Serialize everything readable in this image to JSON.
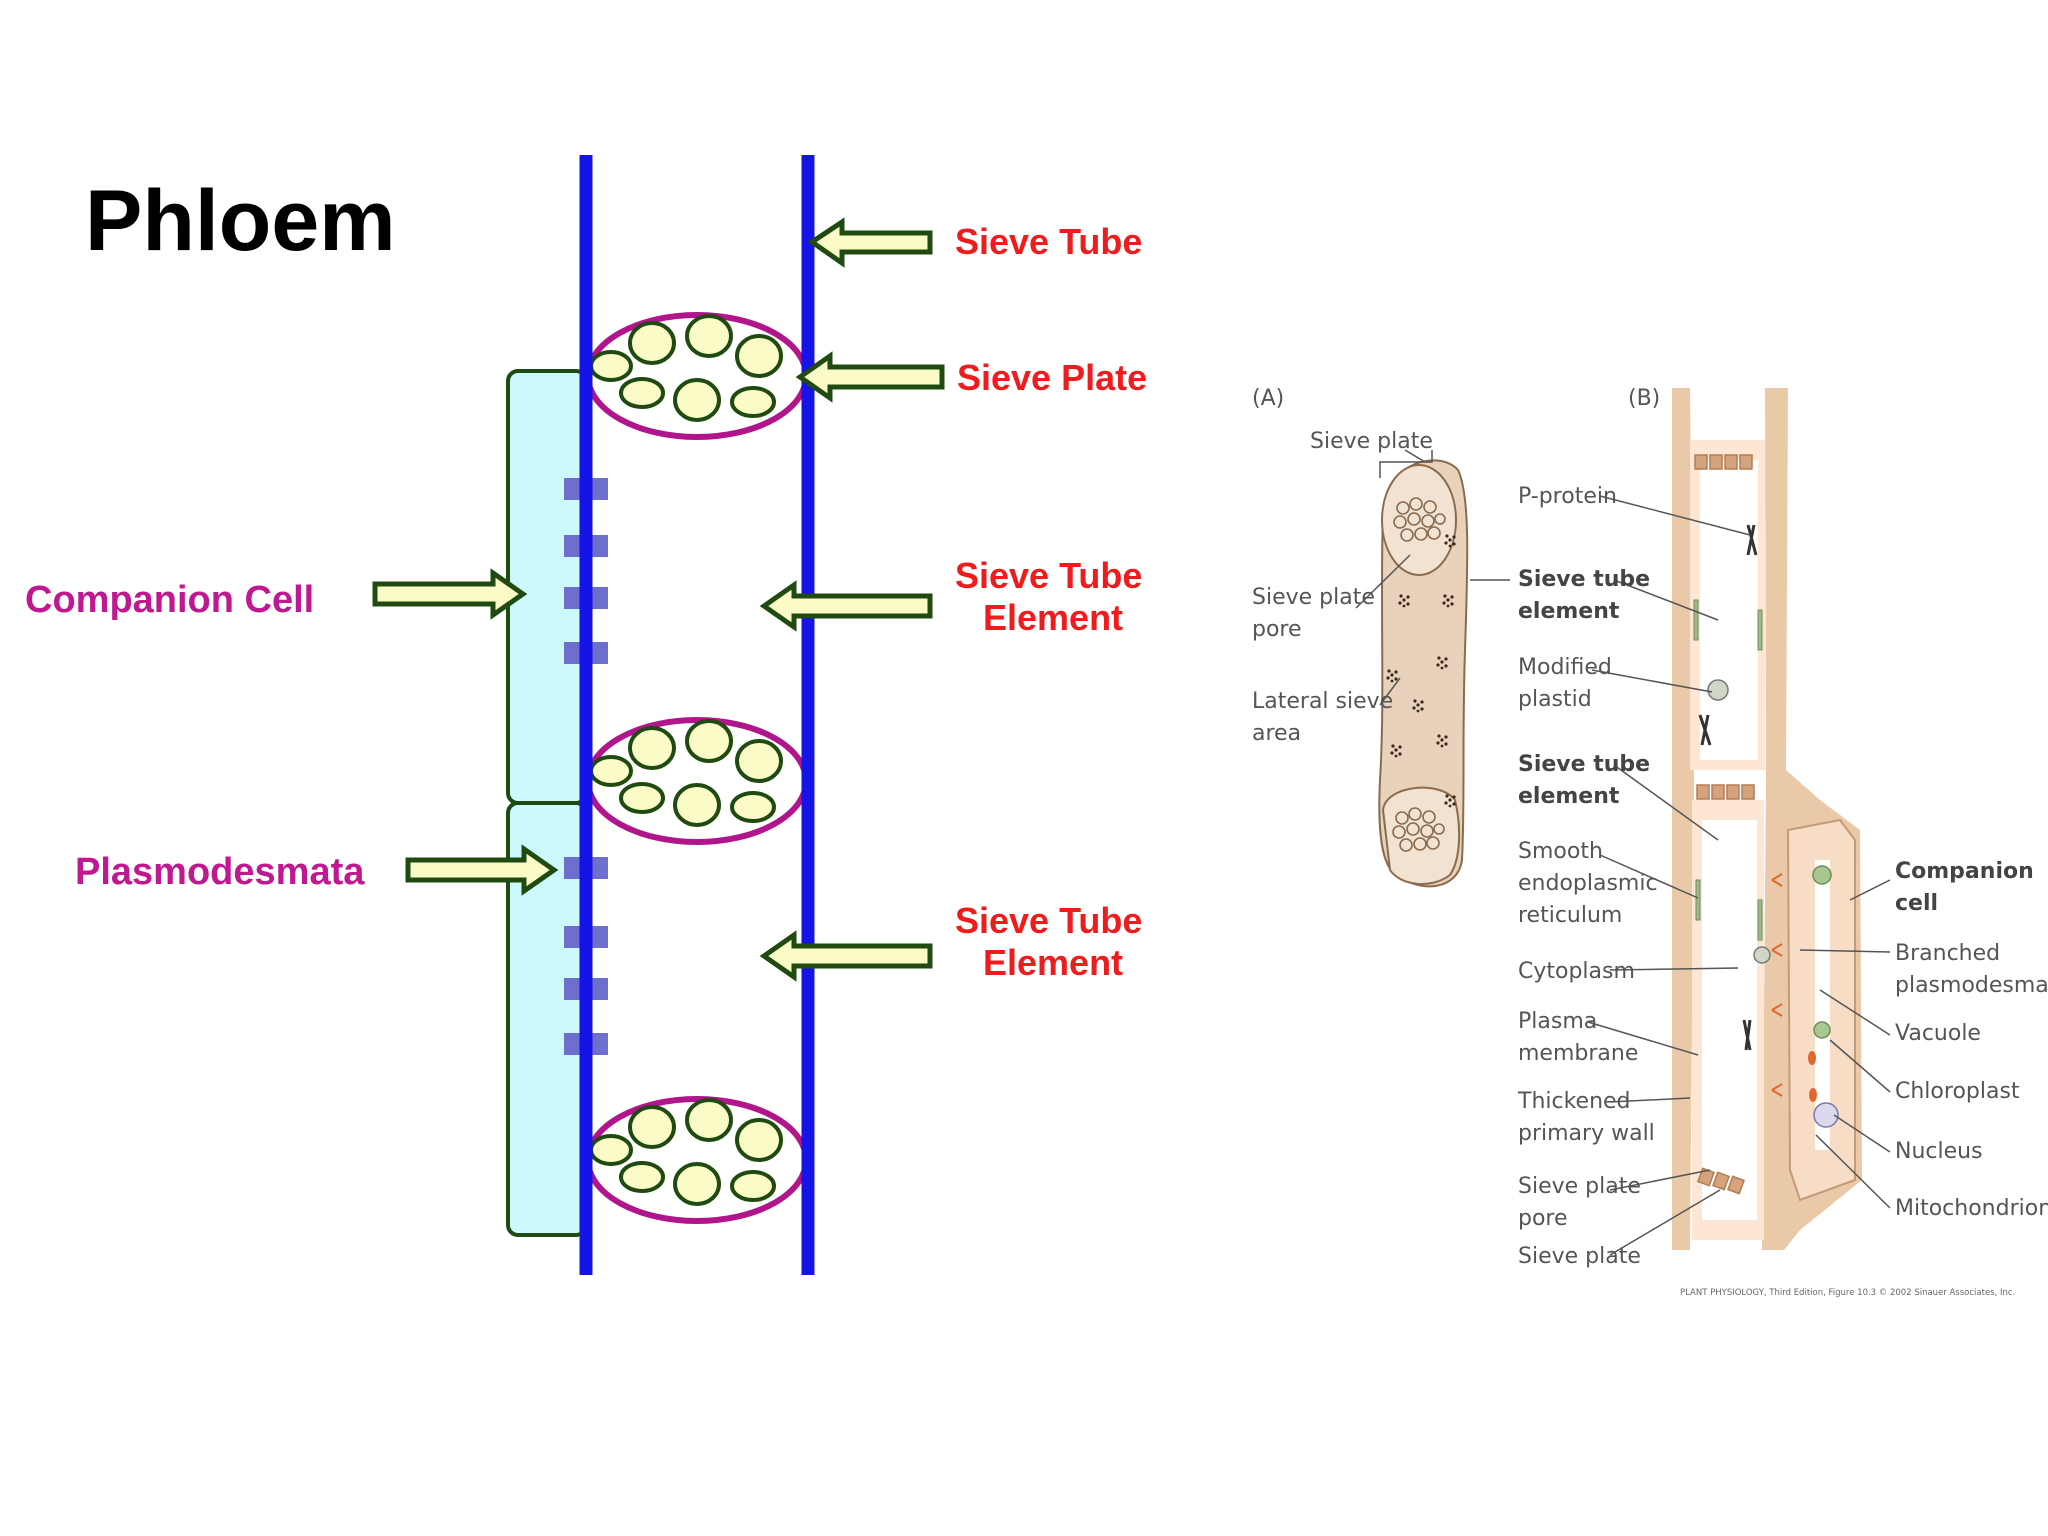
{
  "title": "Phloem",
  "colors": {
    "sieve_wall": "#1414e6",
    "sieve_plate_outline": "#b0158c",
    "plastid_fill": "#fbfbc8",
    "plastid_outline": "#1f4a10",
    "companion_fill": "#ccf9fc",
    "plasmodesmata": "#6e6ecc",
    "arrow_fill": "#fbfbc8",
    "arrow_outline": "#1f4a10",
    "red_label": "#ee1c1c",
    "magenta_label": "#c01890",
    "cell_wall_tan": "#eac9a8",
    "panel_a_fill": "#e8d2bb"
  },
  "left_diagram": {
    "labels": {
      "sieve_tube": "Sieve Tube",
      "sieve_plate": "Sieve Plate",
      "element_1_line1": "Sieve Tube",
      "element_1_line2": "Element",
      "element_2_line1": "Sieve Tube",
      "element_2_line2": "Element",
      "companion_cell": "Companion Cell",
      "plasmodesmata": "Plasmodesmata"
    }
  },
  "right_figure": {
    "panel_a_label": "(A)",
    "panel_b_label": "(B)",
    "panel_a": {
      "sieve_plate": "Sieve plate",
      "sieve_plate_pore_1": "Sieve plate",
      "sieve_plate_pore_2": "pore",
      "lateral_sieve_area_1": "Lateral sieve",
      "lateral_sieve_area_2": "area"
    },
    "panel_b_left": {
      "p_protein": "P-protein",
      "ste1_1": "Sieve tube",
      "ste1_2": "element",
      "modified_plastid_1": "Modified",
      "modified_plastid_2": "plastid",
      "ste2_1": "Sieve tube",
      "ste2_2": "element",
      "ser_1": "Smooth",
      "ser_2": "endoplasmic",
      "ser_3": "reticulum",
      "cytoplasm": "Cytoplasm",
      "plasma_membrane_1": "Plasma",
      "plasma_membrane_2": "membrane",
      "thickened_wall_1": "Thickened",
      "thickened_wall_2": "primary wall",
      "sp_pore_1": "Sieve plate",
      "sp_pore_2": "pore",
      "sieve_plate": "Sieve plate"
    },
    "panel_b_right": {
      "companion_1": "Companion",
      "companion_2": "cell",
      "branched_1": "Branched",
      "branched_2": "plasmodesmata",
      "vacuole": "Vacuole",
      "chloroplast": "Chloroplast",
      "nucleus": "Nucleus",
      "mitochondrion": "Mitochondrion"
    },
    "credit": "PLANT PHYSIOLOGY, Third Edition, Figure 10.3 © 2002 Sinauer Associates, Inc."
  }
}
